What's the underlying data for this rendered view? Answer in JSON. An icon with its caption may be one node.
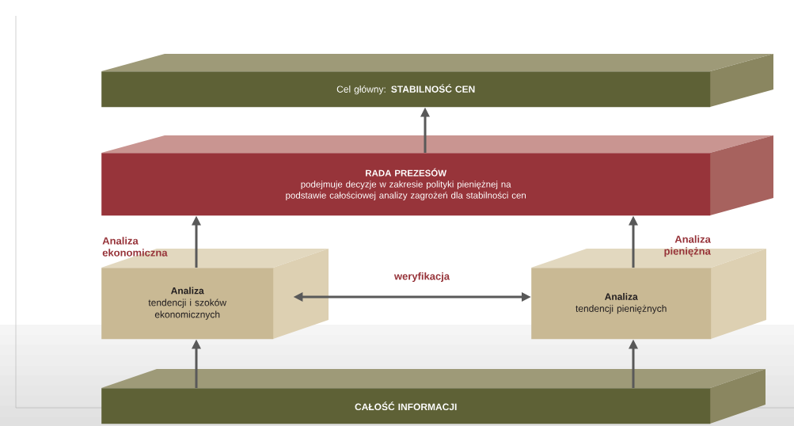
{
  "diagram": {
    "nodes": [
      {
        "text": [
          "Cel główny: **STABILNOŚĆ CEN**"
        ]
      },
      {
        "text": [
          "RADA PREZESÓW",
          "podejmuje decyzje w zakresie polityki pieniężnej na podstawie całościowej analizy zagrożeń dla stabilności cen"
        ]
      },
      {
        "text": [
          "Analiza",
          "tendencji i szoków ekonomicznych"
        ]
      },
      {
        "text": [
          "Analiza",
          "tendencji pieniężnych"
        ]
      },
      {
        "text": [
          "CAŁOŚĆ INFORMACJI"
        ]
      }
    ],
    "edges": [
      {
        "from": 1,
        "to": 0,
        "arrow": "to"
      },
      {
        "from": 2,
        "to": 1,
        "arrow": "to",
        "label": "Analiza ekonomiczna"
      },
      {
        "from": 3,
        "to": 1,
        "arrow": "to",
        "label": "Analiza pieniężna"
      },
      {
        "from": 2,
        "to": 3,
        "arrow": "both",
        "label": "weryfikacja"
      },
      {
        "from": 4,
        "to": 2,
        "arrow": "to"
      },
      {
        "from": 4,
        "to": 3,
        "arrow": "to"
      }
    ]
  }
}
